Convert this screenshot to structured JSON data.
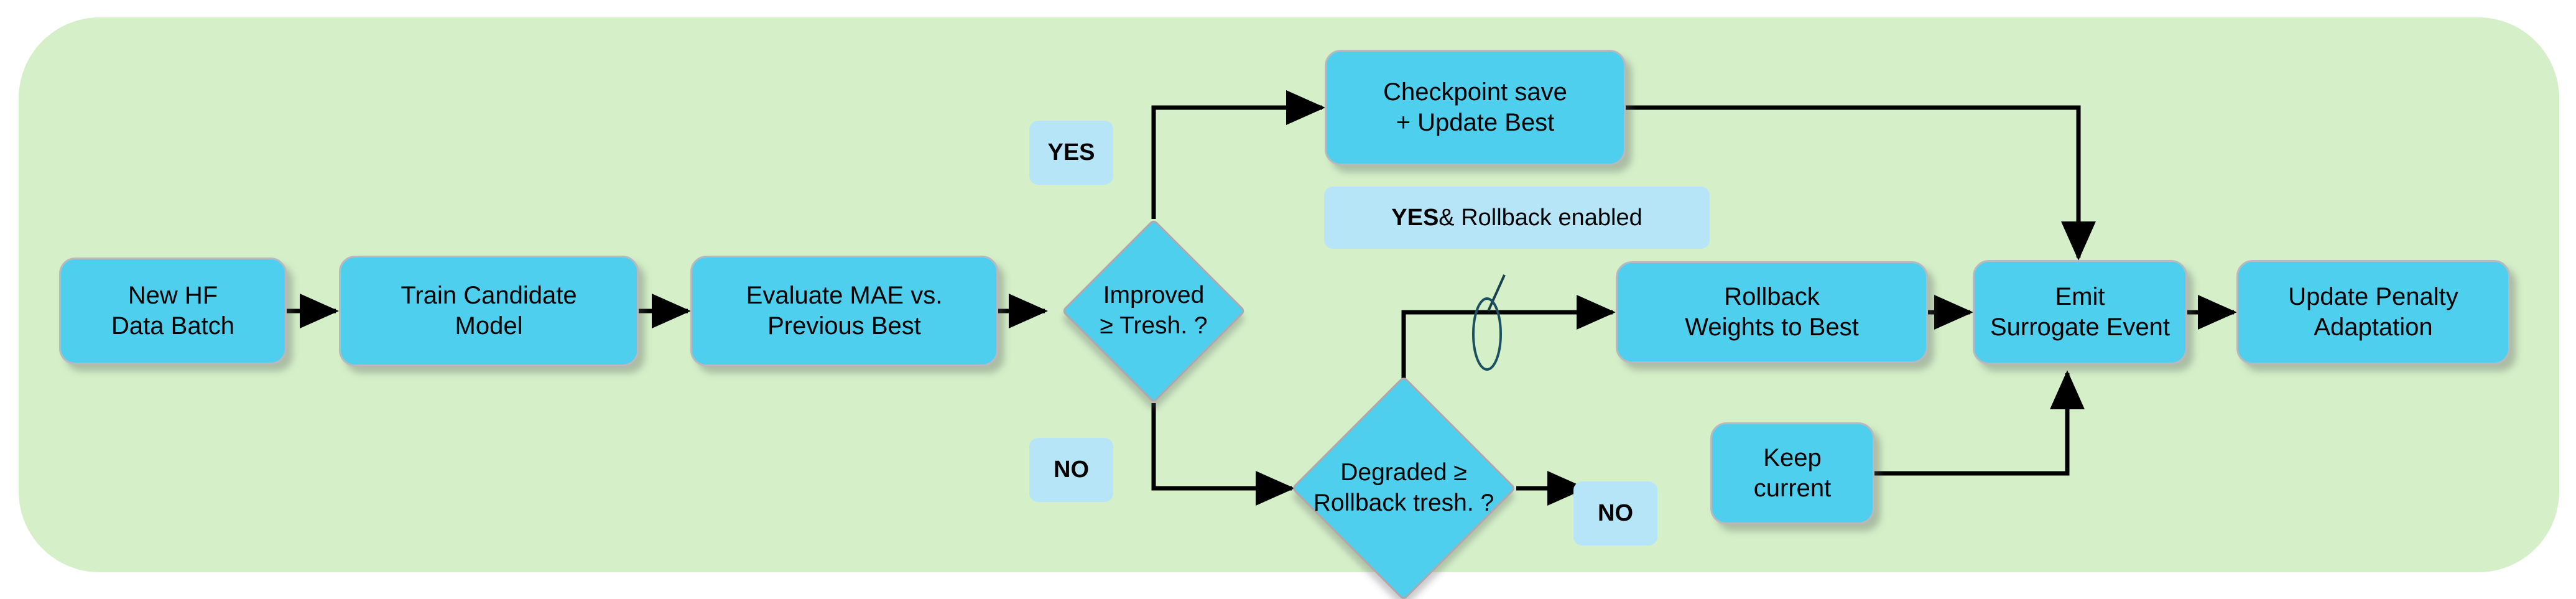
{
  "diagram": {
    "title": "Rollback-aware model update flowchart",
    "panel_color": "#d5f0c9",
    "node_color": "#4ecfee",
    "tag_color": "#b7e5f8",
    "edge_color": "#000000",
    "nodes": {
      "new_hf_data_batch": {
        "line1": "New HF",
        "line2": "Data Batch"
      },
      "train_candidate_model": {
        "line1": "Train Candidate",
        "line2": "Model"
      },
      "evaluate_mae": {
        "line1": "Evaluate MAE vs.",
        "line2": "Previous Best"
      },
      "improved_decision": {
        "line1": "Improved",
        "line2": "≥ Tresh. ?"
      },
      "checkpoint_save": {
        "line1": "Checkpoint save",
        "line2": "+ Update Best"
      },
      "degraded_decision": {
        "line1": "Degraded ≥",
        "line2": "Rollback tresh. ?"
      },
      "rollback_weights": {
        "line1": "Rollback",
        "line2": "Weights to Best"
      },
      "keep_current": {
        "line1": "Keep",
        "line2": "current"
      },
      "emit_surrogate_event": {
        "line1": "Emit",
        "line2": "Surrogate Event"
      },
      "update_penalty": {
        "line1": "Update Penalty",
        "line2": "Adaptation"
      }
    },
    "edge_labels": {
      "yes_improved": "YES",
      "no_improved": "NO",
      "yes_rollback_bold": "YES",
      "yes_rollback_rest": " & Rollback enabled",
      "no_degraded": "NO"
    }
  }
}
